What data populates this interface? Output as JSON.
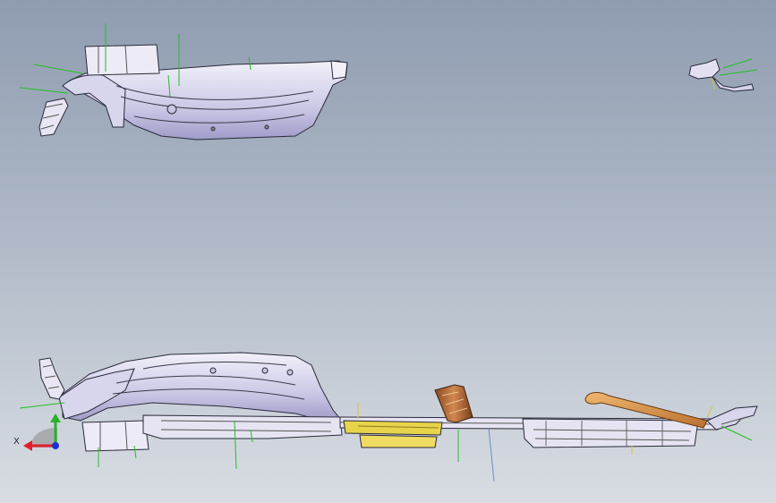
{
  "viewport": {
    "background_top": "#8f9cb0",
    "background_bottom": "#d9dde3"
  },
  "triad": {
    "x_label": "X",
    "x_color": "#e0202a",
    "y_color": "#2ab02a",
    "z_color": "#2030d0"
  },
  "parts": {
    "top_assembly": "cad-part-top-view",
    "side_assembly": "cad-part-side-view",
    "small_bracket": "cad-part-bracket",
    "yellow_bracket": "cad-part-yellow",
    "orange_handle": "cad-part-orange",
    "copper_rod": "cad-part-rod"
  },
  "colors": {
    "part_fill": "#e6e4f2",
    "part_shade": "#b7b4d8",
    "outline": "#2a2a3a",
    "yellow": "#e8d44a",
    "orange": "#b8642a",
    "rod": "#d99a52",
    "green_line": "#22c022",
    "blue_line": "#6a8ad0"
  }
}
